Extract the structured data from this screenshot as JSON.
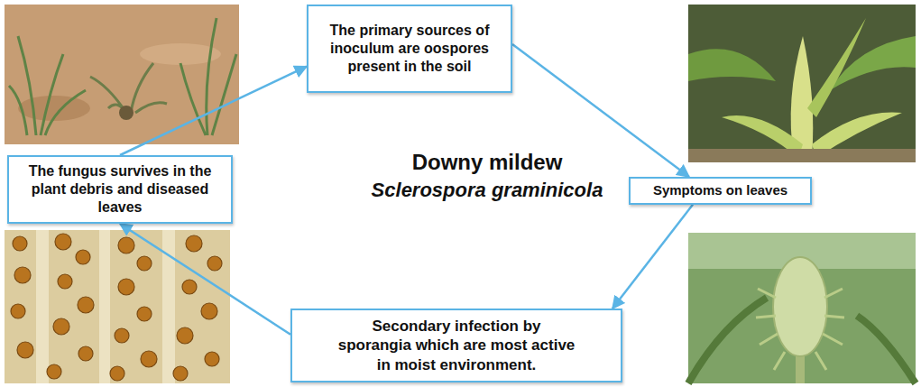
{
  "diagram": {
    "nodes": [
      {
        "text": [
          "The primary sources of inoculum are oospores present in the soil"
        ]
      },
      {
        "text": [
          "The fungus survives in the plant debris and diseased leaves"
        ]
      },
      {
        "text": [
          "Symptoms on leaves"
        ]
      },
      {
        "text": [
          "Secondary infection by sporangia which are most active in moist environment."
        ]
      }
    ],
    "edges": [
      {
        "from": 0,
        "to": 2,
        "arrow": "to"
      },
      {
        "from": 2,
        "to": 3,
        "arrow": "to"
      },
      {
        "from": 3,
        "to": 1,
        "arrow": "to"
      },
      {
        "from": 1,
        "to": 0,
        "arrow": "to"
      }
    ],
    "labels": [
      "Downy mildew",
      "Sclerospora graminicola"
    ]
  }
}
